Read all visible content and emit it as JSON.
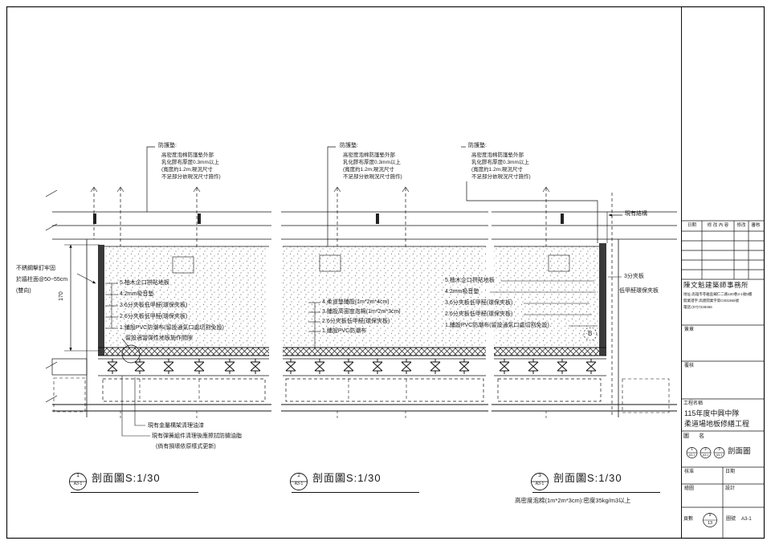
{
  "colors": {
    "paper": "#ffffff",
    "line": "#1a1a1a",
    "pad_fill": "#3a3a3a"
  },
  "drawing": {
    "protection_note": {
      "title": "防護墊:",
      "line1": "高密度泡棉防護墊外部",
      "line2": "乳化膠布厚度0.3mm以上",
      "line3": "(寬度約1.2m;現況尺寸",
      "line4": "不足部分依現況尺寸施作)"
    },
    "wall_note": {
      "line1": "不銹鋼擊釘牢固",
      "line2": "於牆柱面@50~55cm",
      "line3": "(雙向)"
    },
    "dim_height": "170",
    "s1": {
      "layers": [
        "5.柚木企口拼貼地板",
        "4:2mm吸音墊",
        "3.6分夾板低甲醛(環保夾板)",
        "2.6分夾板低甲醛(環保夾板)",
        "1.鋪設PVC防潮布(留設通氣口處切割免設)"
      ],
      "gap_note": "留設適當彈性地板施作間隙",
      "bottom_note1": "現有金屬構架清理油漆",
      "bottom_note2": "現有彈簧組件清理後應擦拭防鏽油脂",
      "bottom_note3": "(倘有損壞依原樣式更新)"
    },
    "s2": {
      "layers": [
        "4.柔道墊鋪設(1m*2m*4cm)",
        "3.鋪設高密度泡棉(1m*2m*3cm)",
        "2.6分夾板低甲醛(環保夾板)",
        "1.鋪設PVC防潮布"
      ]
    },
    "s3": {
      "layers": [
        "5.柚木企口拼貼地板",
        "4.2mm吸音墊",
        "3.6分夾板低甲醛(環保夾板)",
        "2.6分夾板低甲醛(環保夾板)",
        "1.鋪設PVC防潮布(留設通氣口處切割免設)"
      ],
      "existing_label": "現有結構",
      "plywood_label": "3分夾板",
      "plywood_label2": "低甲醛環保夾板",
      "detail_marker": "B"
    },
    "foam_note": "高密度泡棉(1m*2m*3cm):密度35kg/m3以上",
    "titles": [
      {
        "num": "1",
        "ref": "A3-1",
        "label": "剖面圖S:1/30"
      },
      {
        "num": "2",
        "ref": "A3-1",
        "label": "剖面圖S:1/30"
      },
      {
        "num": "3",
        "ref": "A3-1",
        "label": "剖面圖S:1/30"
      }
    ]
  },
  "titleblock": {
    "rev": {
      "date": "日期",
      "content": "修 改 內 容",
      "modify": "修改",
      "review": "審核"
    },
    "office": {
      "name": "陳文魁建築師事務所",
      "addr": "地址:高雄市苓雅區輔仁二路100巷3-1號5樓",
      "license": "開業證字:高建開業字第C001965號",
      "tel": "電話:(07)7228456"
    },
    "sign_label": "簽章",
    "check_label": "覆核",
    "project_label": "工程名稱",
    "project_name1": "115年度中興中隊",
    "project_name2": "柔道場地板修繕工程",
    "drawing_label": "圖 名",
    "drawing_name": "剖面圖",
    "markers": [
      {
        "num": "1",
        "ref": "A3-1"
      },
      {
        "num": "2",
        "ref": "A3-1"
      },
      {
        "num": "3",
        "ref": "A3-1"
      }
    ],
    "approve_label": "核准",
    "date_label": "日期",
    "draft_label": "繪圖",
    "design_label": "設計",
    "page_label": "頁數",
    "page_num": "9",
    "page_total": "13",
    "sheetno_label": "圖號",
    "sheetno_value": "A3-1"
  }
}
